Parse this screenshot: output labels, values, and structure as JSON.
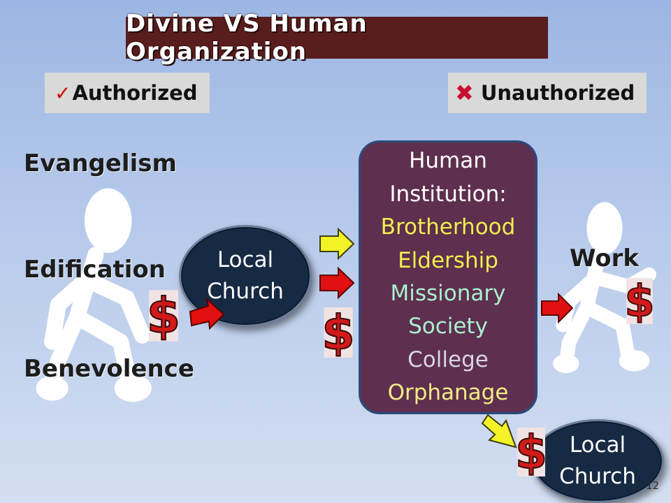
{
  "slide": {
    "title": "Divine  VS  Human Organization",
    "page_number": "12"
  },
  "authorized": {
    "check_glyph": "✓",
    "label": "Authorized"
  },
  "unauthorized": {
    "x_glyph": "✖",
    "label": "Unauthorized"
  },
  "works": {
    "evangelism": "Evangelism",
    "edification": "Edification",
    "benevolence": "Benevolence",
    "work": "Work"
  },
  "local_church_1": {
    "line1": "Local",
    "line2": "Church"
  },
  "local_church_2": {
    "line1": "Local",
    "line2": "Church"
  },
  "institution": {
    "items": [
      {
        "text": "Human",
        "color": "#ffffff"
      },
      {
        "text": "Institution:",
        "color": "#ffffff"
      },
      {
        "text": "Brotherhood",
        "color": "#f0ee4e"
      },
      {
        "text": "Eldership",
        "color": "#f0ee4e"
      },
      {
        "text": "Missionary",
        "color": "#a9f0cf"
      },
      {
        "text": "Society",
        "color": "#a9f0cf"
      },
      {
        "text": "College",
        "color": "#d9d4ea"
      },
      {
        "text": "Orphanage",
        "color": "#f4ec86"
      }
    ]
  },
  "icons": {
    "money": "dollar-sign-icon",
    "arrow_money_in": "red-arrow-icon",
    "arrow_yellow": "yellow-arrow-icon",
    "arrow_red": "red-arrow-icon",
    "arrow_to_work": "red-arrow-icon",
    "arrow_down": "yellow-arrow-icon"
  },
  "colors": {
    "title_bg": "#5a1d1d",
    "institution_bg": "#5e2f4e",
    "church_bg": "#172a44",
    "arrow_red": "#e01010",
    "arrow_yellow": "#f2f226"
  }
}
